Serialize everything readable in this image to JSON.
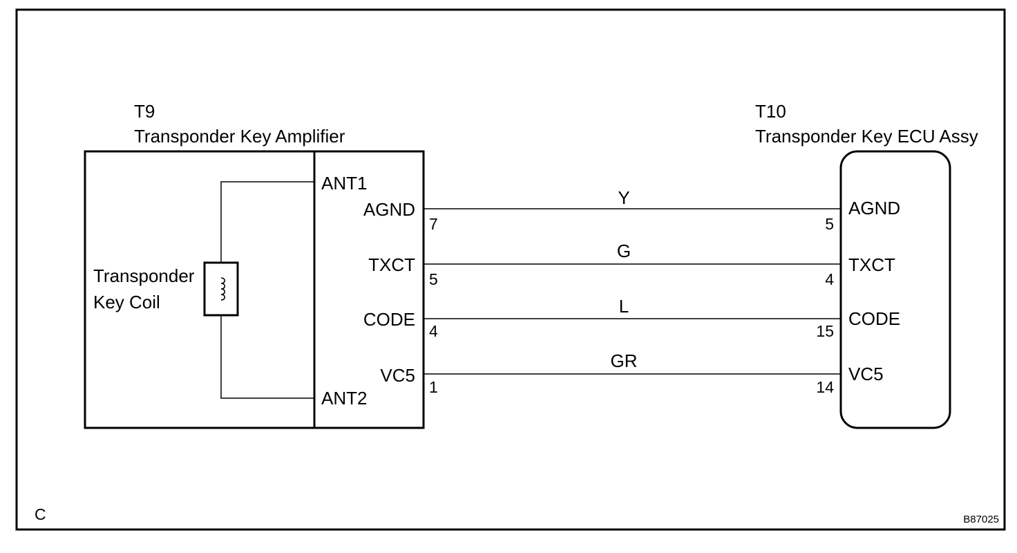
{
  "page": {
    "corner_letter": "C",
    "figure_code": "B87025"
  },
  "amplifier": {
    "connector_id": "T9",
    "name": "Transponder Key Amplifier",
    "coil_label": [
      "Transponder",
      "Key Coil"
    ],
    "antenna_terminals": [
      "ANT1",
      "ANT2"
    ],
    "terminals": [
      {
        "name": "AGND",
        "pin": "7"
      },
      {
        "name": "TXCT",
        "pin": "5"
      },
      {
        "name": "CODE",
        "pin": "4"
      },
      {
        "name": "VC5",
        "pin": "1"
      }
    ]
  },
  "ecu": {
    "connector_id": "T10",
    "name": "Transponder Key ECU Assy",
    "terminals": [
      {
        "name": "AGND",
        "pin": "5"
      },
      {
        "name": "TXCT",
        "pin": "4"
      },
      {
        "name": "CODE",
        "pin": "15"
      },
      {
        "name": "VC5",
        "pin": "14"
      }
    ]
  },
  "wires": [
    {
      "color_code": "Y"
    },
    {
      "color_code": "G"
    },
    {
      "color_code": "L"
    },
    {
      "color_code": "GR"
    }
  ]
}
